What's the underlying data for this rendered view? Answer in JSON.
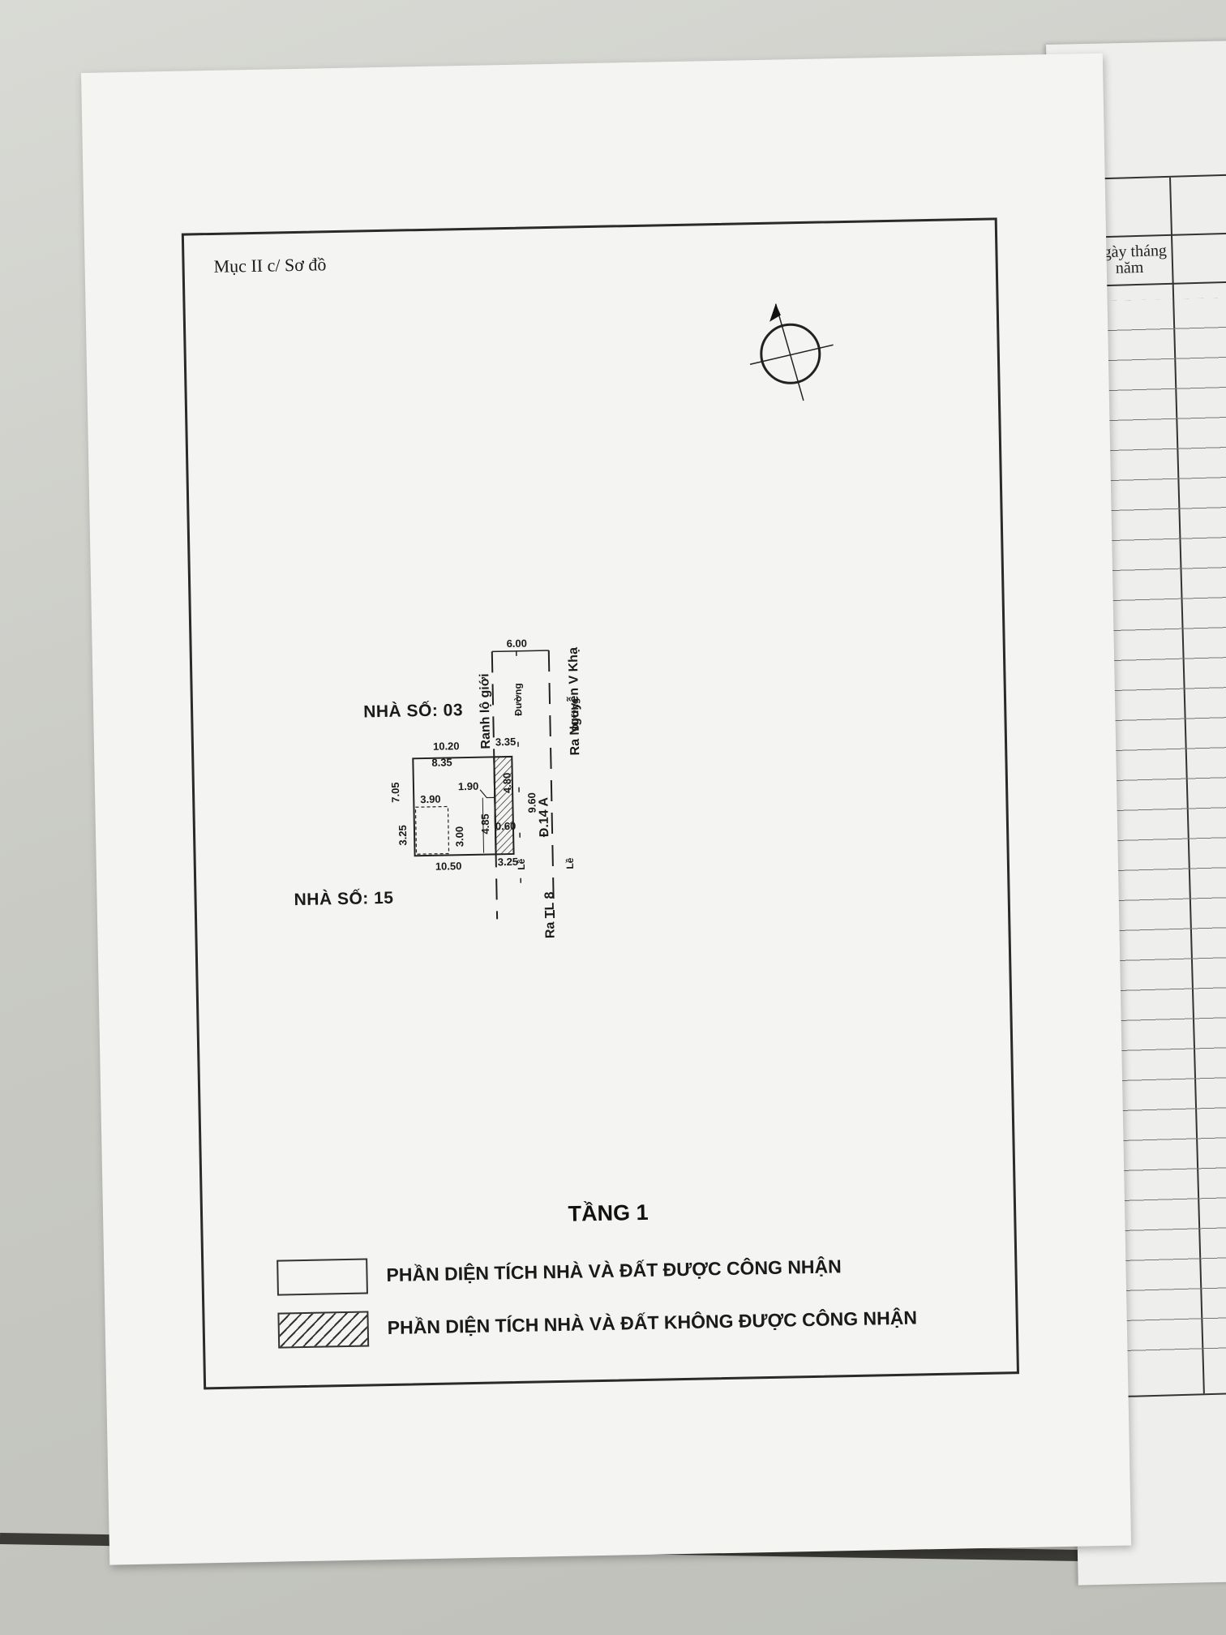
{
  "side_table": {
    "header_label": "Ngày tháng năm"
  },
  "sheet": {
    "section_title": "Mục II c/ Sơ đồ",
    "house_top": "NHÀ SỐ: 03",
    "house_bottom": "NHÀ SỐ: 15",
    "floor_title": "TẦNG 1",
    "legend": [
      {
        "text": "PHẦN DIỆN TÍCH NHÀ VÀ ĐẤT ĐƯỢC CÔNG NHẬN",
        "style": "plain"
      },
      {
        "text": "PHẦN DIỆN TÍCH NHÀ VÀ ĐẤT KHÔNG ĐƯỢC CÔNG NHẬN",
        "style": "hatched"
      }
    ]
  },
  "plan": {
    "dims": {
      "road_width": "6.00",
      "top_total": "10.20",
      "top_inner": "8.35",
      "top_right": "3.35",
      "left_height": "7.05",
      "room_width": "3.90",
      "left_lower": "3.25",
      "room_height": "3.00",
      "mid_width": "1.90",
      "mid_height": "4.85",
      "hatch_height": "4.80",
      "hatch_width": "0.60",
      "right_height": "9.60",
      "bottom_total": "10.50",
      "bottom_right": "3.25"
    },
    "labels": {
      "boundary": "Ranh lộ giới",
      "road_word_1": "Đường",
      "road_word_2": "Đường",
      "to_north": "Ra Nguyễn V Khạ",
      "road_code": "Đ.14 A",
      "curb_left": "Lề",
      "curb_right": "Lề",
      "to_south": "Ra TL 8"
    }
  }
}
